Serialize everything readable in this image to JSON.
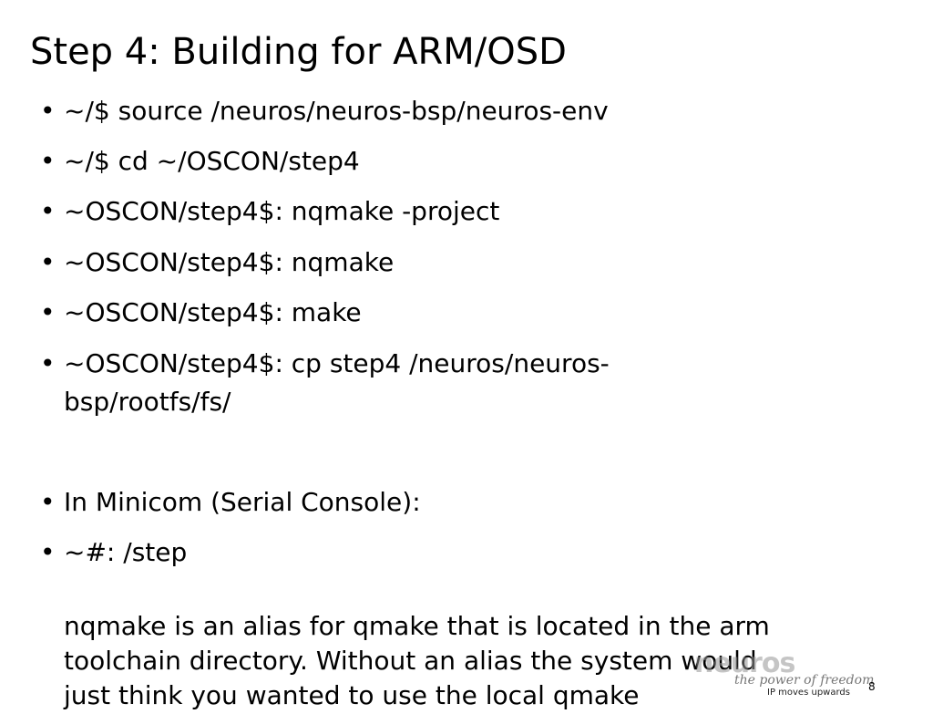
{
  "slide": {
    "title": "Step 4: Building for ARM/OSD",
    "bullets": [
      "~/$ source /neuros/neuros-bsp/neuros-env",
      "~/$ cd ~/OSCON/step4",
      "~OSCON/step4$: nqmake -project",
      "~OSCON/step4$: nqmake",
      "~OSCON/step4$: make",
      "~OSCON/step4$: cp step4 /neuros/neuros-",
      "bsp/rootfs/fs/",
      "In Minicom (Serial Console):",
      "~#: /step"
    ],
    "bullet_glyph": "•",
    "note_lines": [
      "nqmake is an alias for qmake that is located in the arm",
      "toolchain directory. Without an alias the system would",
      "just think you wanted to use the local qmake"
    ],
    "page_number": "8"
  },
  "logo": {
    "wordmark": "neuros",
    "tagline": "the power of freedom",
    "subtag": "IP moves upwards"
  }
}
